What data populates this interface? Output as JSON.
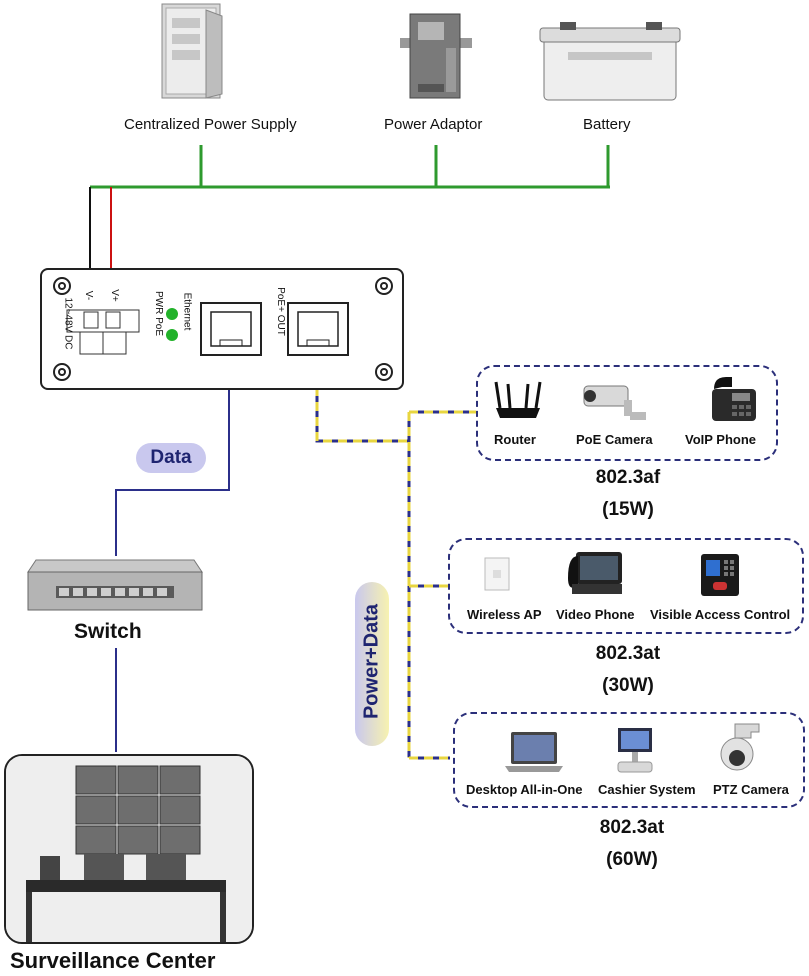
{
  "power_sources": [
    {
      "label": "Centralized Power Supply",
      "icon": "power-supply-cabinet-icon"
    },
    {
      "label": "Power Adaptor",
      "icon": "din-rail-power-adaptor-icon"
    },
    {
      "label": "Battery",
      "icon": "battery-icon"
    }
  ],
  "injector": {
    "input_label": "12~48V DC",
    "v_minus": "V-",
    "v_plus": "V+",
    "pwr": "PWR",
    "poe": "PoE",
    "ethernet": "Ethernet",
    "poe_out": "PoE+ OUT"
  },
  "data_tag": "Data",
  "power_data_tag": "Power+Data",
  "switch_label": "Switch",
  "surveillance_label": "Surveillance Center",
  "groups": [
    {
      "standard": "802.3af",
      "watts": "(15W)",
      "devices": [
        {
          "label": "Router",
          "icon": "router-icon"
        },
        {
          "label": "PoE Camera",
          "icon": "poe-camera-icon"
        },
        {
          "label": "VoIP Phone",
          "icon": "voip-phone-icon"
        }
      ]
    },
    {
      "standard": "802.3at",
      "watts": "(30W)",
      "devices": [
        {
          "label": "Wireless AP",
          "icon": "wireless-ap-icon"
        },
        {
          "label": "Video Phone",
          "icon": "video-phone-icon"
        },
        {
          "label": "Visible Access Control",
          "icon": "access-control-icon"
        }
      ]
    },
    {
      "standard": "802.3at",
      "watts": "(60W)",
      "devices": [
        {
          "label": "Desktop All-in-One",
          "icon": "laptop-icon"
        },
        {
          "label": "Cashier System",
          "icon": "cashier-system-icon"
        },
        {
          "label": "PTZ Camera",
          "icon": "ptz-camera-icon"
        }
      ]
    }
  ],
  "colors": {
    "power_line": "#2e9a2e",
    "data_line": "#2b2f8a",
    "poe_line": "#e8d640",
    "group_border": "#2b2f7a",
    "tag_bg": "#c9c8ee"
  }
}
